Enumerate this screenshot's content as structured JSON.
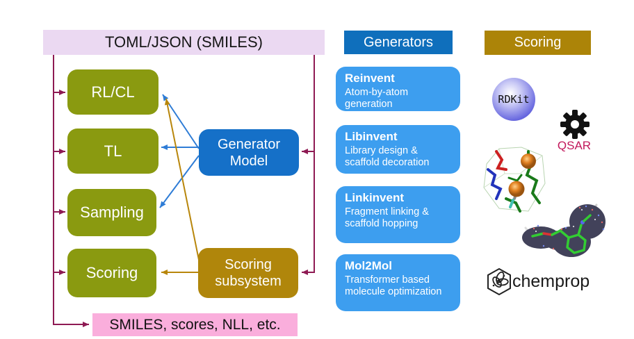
{
  "flow": {
    "header": "TOML/JSON (SMILES)",
    "modes": [
      "RL/CL",
      "TL",
      "Sampling",
      "Scoring"
    ],
    "generator_model_label": "Generator Model",
    "scoring_subsystem_label": "Scoring subsystem",
    "output_label": "SMILES, scores, NLL, etc."
  },
  "generators": {
    "header": "Generators",
    "items": [
      {
        "name": "Reinvent",
        "desc": "Atom-by-atom generation"
      },
      {
        "name": "Libinvent",
        "desc": "Library design & scaffold decoration"
      },
      {
        "name": "Linkinvent",
        "desc": "Fragment linking & scaffold hopping"
      },
      {
        "name": "Mol2Mol",
        "desc": "Transformer based molecule optimization"
      }
    ]
  },
  "scoring": {
    "header": "Scoring",
    "rdkit_label": "RDKit",
    "qsar_label": "QSAR",
    "chemprop_label": "chemprop"
  },
  "colors": {
    "olive_box": "#8A9A10",
    "generator_model_blue": "#1570C8",
    "scoring_subsystem_gold": "#B0860B",
    "toml_header_lavender": "#EBD9F2",
    "output_pink": "#FAAEDC",
    "maroon_arrow": "#8E1A53",
    "blue_arrow": "#2E7CD6",
    "gold_arrow": "#B8860B",
    "generators_header_blue": "#0F6FBC",
    "generator_card_blue": "#3D9EEF",
    "scoring_header_gold": "#AC8408",
    "qsar_text": "#C2185B"
  }
}
